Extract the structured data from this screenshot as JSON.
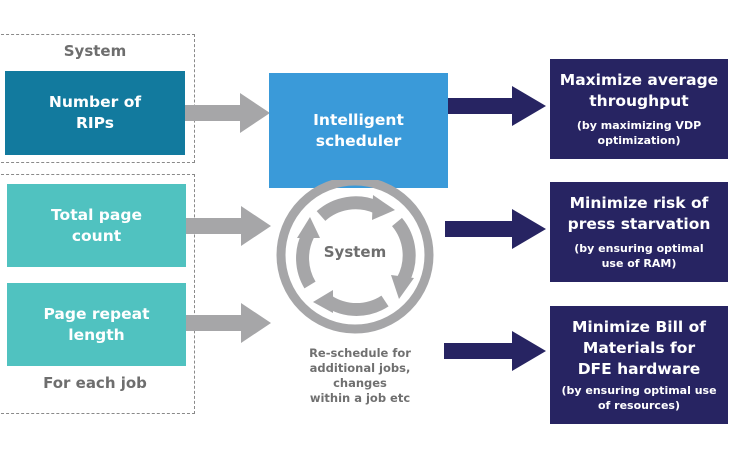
{
  "system_group": {
    "label": "System",
    "box": {
      "label": "Number of\nRIPs",
      "color": "#127a9e"
    }
  },
  "job_group": {
    "label": "For each job",
    "boxes": [
      {
        "label": "Total page\ncount",
        "color": "#50c2c0"
      },
      {
        "label": "Page repeat\nlength",
        "color": "#50c2c0"
      }
    ]
  },
  "scheduler": {
    "label": "Intelligent\nscheduler",
    "color": "#3a9ad9"
  },
  "cycle": {
    "label": "System",
    "caption": "Re-schedule for\nadditional jobs, changes\nwithin a job etc",
    "color": "#a6a6a8"
  },
  "outcomes": [
    {
      "title": "Maximize average\nthroughput",
      "detail": "(by maximizing VDP\noptimization)"
    },
    {
      "title": "Minimize risk of\npress starvation",
      "detail": "(by ensuring optimal\nuse of RAM)"
    },
    {
      "title": "Minimize Bill of\nMaterials for\nDFE hardware",
      "detail": "(by ensuring optimal use\nof resources)"
    }
  ],
  "colors": {
    "input_arrow": "#a6a6a8",
    "output_arrow": "#272462",
    "outcome_box": "#272462"
  }
}
